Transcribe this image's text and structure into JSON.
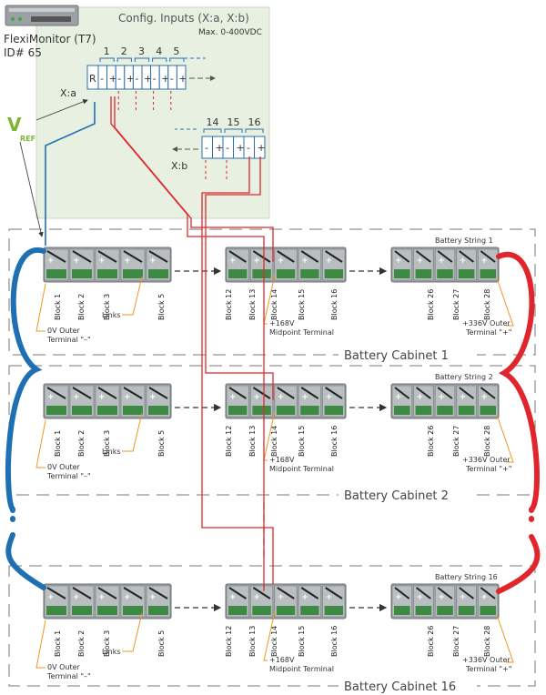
{
  "monitor": {
    "name": "FlexiMonitor (T7)",
    "id": "ID# 65",
    "config_title": "Config. Inputs (X:a, X:b)",
    "voltage_range": "Max. 0-400VDC",
    "vref_main": "V",
    "vref_sub": "REF"
  },
  "connector_a": {
    "label": "X:a",
    "ref_pin": "R",
    "numbers": [
      "1",
      "2",
      "3",
      "4",
      "5"
    ],
    "pins": [
      "-",
      "+",
      "-",
      "+",
      "-",
      "+",
      "-",
      "+",
      "-",
      "+"
    ]
  },
  "connector_b": {
    "label": "X:b",
    "numbers": [
      "14",
      "15",
      "16"
    ],
    "pins": [
      "-",
      "+",
      "-",
      "+",
      "-",
      "+"
    ]
  },
  "cabinets": [
    {
      "name": "Battery Cabinet 1",
      "string": "Battery String 1",
      "blocks_left": [
        "Block 1",
        "Block 2",
        "Block 3",
        "Block 5"
      ],
      "blocks_mid": [
        "Block 12",
        "Block 13",
        "Block 14",
        "Block 15",
        "Block 16"
      ],
      "blocks_right": [
        "Block 26",
        "Block 27",
        "Block 28"
      ],
      "outer_neg_1": "0V Outer",
      "outer_neg_2": "Terminal \"–\"",
      "links": "Links",
      "mid_1": "+168V",
      "mid_2": "Midpoint Terminal",
      "outer_pos_1": "+336V Outer",
      "outer_pos_2": "Terminal \"+\""
    },
    {
      "name": "Battery Cabinet 2",
      "string": "Battery String 2",
      "blocks_left": [
        "Block 1",
        "Block 2",
        "Block 3",
        "Block 5"
      ],
      "blocks_mid": [
        "Block 12",
        "Block 13",
        "Block 14",
        "Block 15",
        "Block 16"
      ],
      "blocks_right": [
        "Block 26",
        "Block 27",
        "Block 28"
      ],
      "outer_neg_1": "0V Outer",
      "outer_neg_2": "Terminal \"–\"",
      "links": "Links",
      "mid_1": "+168V",
      "mid_2": "Midpoint Terminal",
      "outer_pos_1": "+336V Outer",
      "outer_pos_2": "Terminal \"+\""
    },
    {
      "name": "Battery Cabinet 16",
      "string": "Battery String 16",
      "blocks_left": [
        "Block 1",
        "Block 2",
        "Block 3",
        "Block 5"
      ],
      "blocks_mid": [
        "Block 12",
        "Block 13",
        "Block 14",
        "Block 15",
        "Block 16"
      ],
      "blocks_right": [
        "Block 26",
        "Block 27",
        "Block 28"
      ],
      "outer_neg_1": "0V Outer",
      "outer_neg_2": "Terminal \"–\"",
      "links": "Links",
      "mid_1": "+168V",
      "mid_2": "Midpoint Terminal",
      "outer_pos_1": "+336V Outer",
      "outer_pos_2": "Terminal \"+\""
    }
  ],
  "colors": {
    "panel_bg": "#e8f0e2",
    "wire_blue": "#1f6fb3",
    "wire_red": "#e0262c",
    "callout": "#f0961e",
    "vref": "#7cb531",
    "connector": "#2d6fa8"
  }
}
